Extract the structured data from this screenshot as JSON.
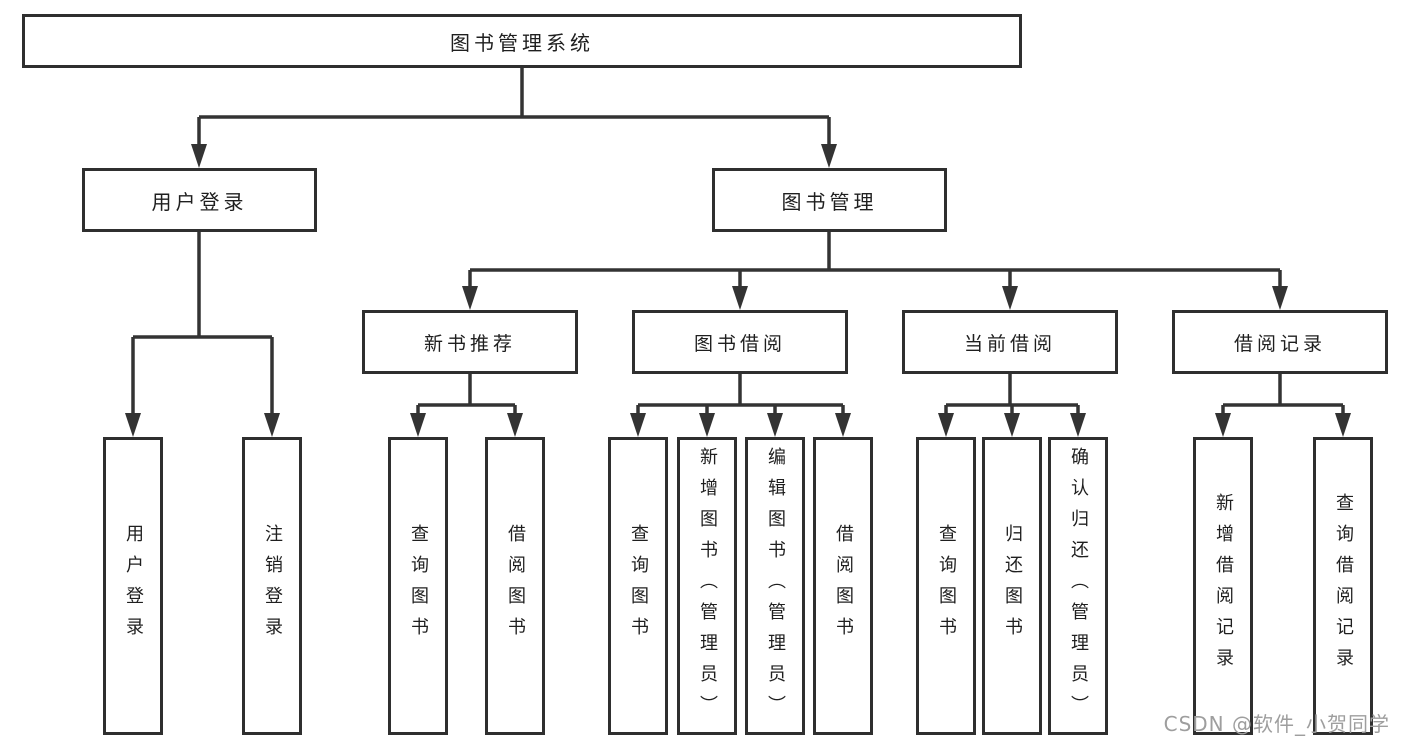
{
  "colors": {
    "background": "#ffffff",
    "line": "#333333",
    "border": "#2f2f2f",
    "text": "#1f1f1f",
    "watermark": "#9e9e9e"
  },
  "tree": {
    "root": {
      "label": "图书管理系统"
    },
    "branches": [
      {
        "label": "用户登录",
        "children": [
          {
            "label": "用户登录"
          },
          {
            "label": "注销登录"
          }
        ]
      },
      {
        "label": "图书管理",
        "sections": [
          {
            "label": "新书推荐",
            "children": [
              {
                "label": "查询图书"
              },
              {
                "label": "借阅图书"
              }
            ]
          },
          {
            "label": "图书借阅",
            "children": [
              {
                "label": "查询图书"
              },
              {
                "label": "新增图书（管理员）"
              },
              {
                "label": "编辑图书（管理员）"
              },
              {
                "label": "借阅图书"
              }
            ]
          },
          {
            "label": "当前借阅",
            "children": [
              {
                "label": "查询图书"
              },
              {
                "label": "归还图书"
              },
              {
                "label": "确认归还（管理员）"
              }
            ]
          },
          {
            "label": "借阅记录",
            "children": [
              {
                "label": "新增借阅记录"
              },
              {
                "label": "查询借阅记录"
              }
            ]
          }
        ]
      }
    ]
  },
  "watermark": {
    "text": "CSDN @软件_小贺同学"
  }
}
